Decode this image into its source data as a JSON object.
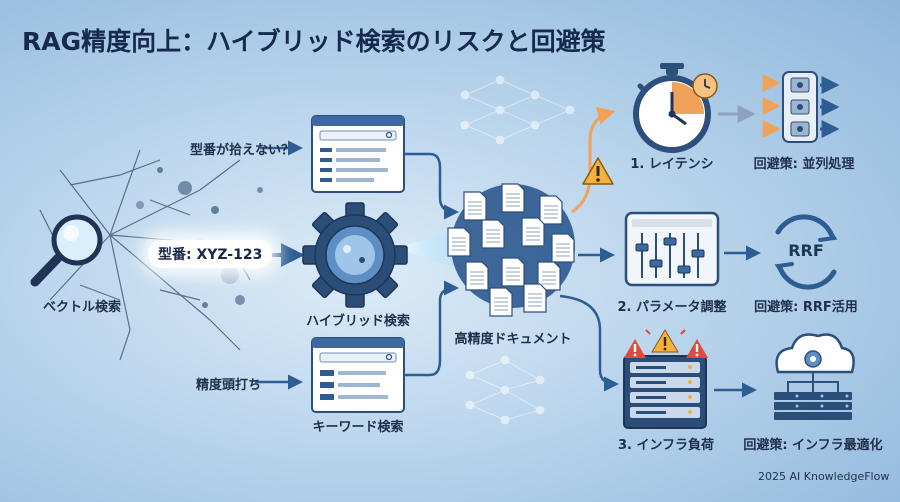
{
  "title": "RAG精度向上：ハイブリッド検索のリスクと回避策",
  "left": {
    "vector_search": "ベクトル検索",
    "question_top": "型番が拾えない？",
    "query_pill": "型番: XYZ-123",
    "question_bottom": "精度頭打ち"
  },
  "center": {
    "hybrid_search": "ハイブリッド検索",
    "keyword_search": "キーワード検索",
    "documents": "高精度ドキュメント"
  },
  "risks": [
    {
      "label": "1. レイテンシ",
      "solution": "回避策: 並列処理"
    },
    {
      "label": "2. パラメータ調整",
      "solution": "回避策: RRF活用",
      "badge": "RRF"
    },
    {
      "label": "3. インフラ負荷",
      "solution": "回避策: インフラ最適化"
    }
  ],
  "credit": "2025 AI KnowledgeFlow",
  "colors": {
    "accent": "#2d5d92",
    "warning": "#f4b13c",
    "alert": "#e04a3a",
    "orange": "#f0a25a"
  }
}
